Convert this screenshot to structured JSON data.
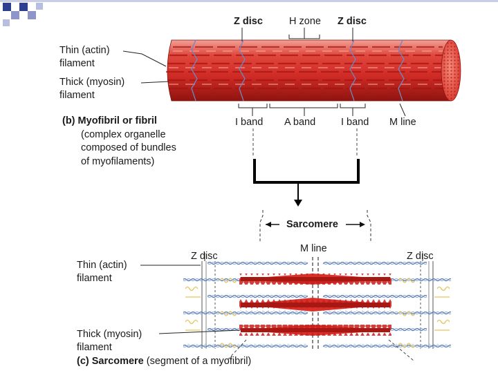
{
  "colors": {
    "muscle_red": "#d9302c",
    "muscle_dark": "#8e1410",
    "muscle_light": "#f07a6a",
    "thin_filament_blue": "#5b7fb8",
    "titin_yellow": "#e3c65a",
    "deco_blue": "#2f3f8f"
  },
  "myofibril": {
    "z_disc_left": "Z disc",
    "h_zone": "H zone",
    "z_disc_right": "Z disc",
    "thin_label_1": "Thin (actin)",
    "thin_label_2": "filament",
    "thick_label_1": "Thick (myosin)",
    "thick_label_2": "filament",
    "i_band_left": "I band",
    "a_band": "A band",
    "i_band_right": "I band",
    "m_line": "M line",
    "caption_letter": "(b)",
    "caption_title": "Myofibril or fibril",
    "caption_line2": "(complex organelle",
    "caption_line3": "composed of bundles",
    "caption_line4": "of myofilaments)"
  },
  "sarcomere": {
    "sarcomere_label": "Sarcomere",
    "m_line": "M line",
    "z_disc_left": "Z disc",
    "z_disc_right": "Z disc",
    "thin_label_1": "Thin (actin)",
    "thin_label_2": "filament",
    "thick_label_1": "Thick (myosin)",
    "thick_label_2": "filament",
    "caption_letter": "(c)",
    "caption_title": "Sarcomere",
    "caption_rest": "(segment of a myofibril)"
  }
}
